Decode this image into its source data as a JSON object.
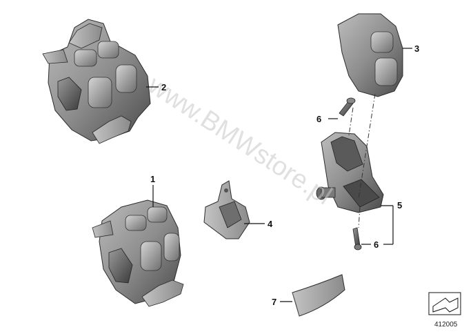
{
  "watermark": "www.BMWstore.pl",
  "callouts": [
    {
      "id": "1",
      "label": "1"
    },
    {
      "id": "2",
      "label": "2"
    },
    {
      "id": "3",
      "label": "3"
    },
    {
      "id": "4",
      "label": "4"
    },
    {
      "id": "5",
      "label": "5"
    },
    {
      "id": "6a",
      "label": "6"
    },
    {
      "id": "6b",
      "label": "6"
    },
    {
      "id": "7",
      "label": "7"
    }
  ],
  "reference_number": "412005",
  "icons": {
    "corner": "angled-arrow-icon"
  }
}
